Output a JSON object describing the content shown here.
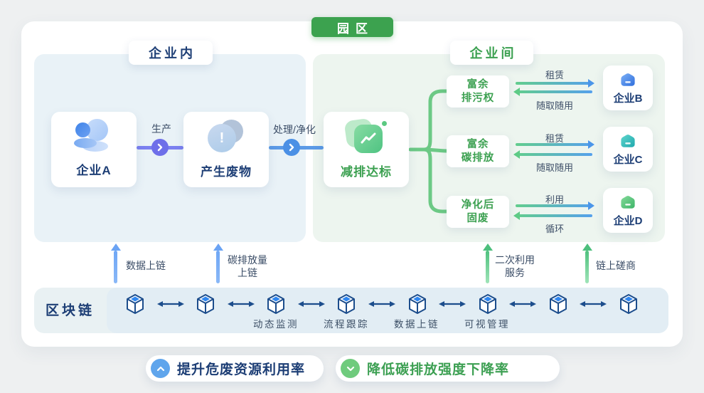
{
  "park_badge": "园区",
  "sections": {
    "intra_label": "企业内",
    "inter_label": "企业间"
  },
  "flow": {
    "enterprise_a": "企业A",
    "produce": "生产",
    "waste": "产生废物",
    "treat": "处理/净化",
    "reduce": "减排达标"
  },
  "branches": [
    {
      "line1": "富余",
      "line2": "排污权",
      "forward": "租赁",
      "backward": "随取随用",
      "target": "企业B"
    },
    {
      "line1": "富余",
      "line2": "碳排放",
      "forward": "租赁",
      "backward": "随取随用",
      "target": "企业C"
    },
    {
      "line1": "净化后",
      "line2": "固废",
      "forward": "利用",
      "backward": "循环",
      "target": "企业D"
    }
  ],
  "uplinks": [
    {
      "line1": "数据上链",
      "line2": ""
    },
    {
      "line1": "碳排放量",
      "line2": "上链"
    },
    {
      "line1": "二次利用",
      "line2": "服务"
    },
    {
      "line1": "链上磋商",
      "line2": ""
    }
  ],
  "blockchain": {
    "title": "区块链",
    "node_labels": [
      "动态监测",
      "流程跟踪",
      "数据上链",
      "可视管理"
    ]
  },
  "footer": {
    "left_text": "提升危废资源利用率",
    "right_text": "降低碳排放强度下降率"
  },
  "colors": {
    "park_green": "#3ca24f",
    "navy_text": "#1d3e75",
    "green_text": "#3ba050",
    "panel_blue": "#e9f2f7",
    "panel_green": "#edf5ef",
    "arrow_purple": "#7b80f0",
    "arrow_blue": "#5b9ae6",
    "uplink_blue": "#6fa7f5",
    "uplink_green": "#4fc17e",
    "pair_gradient_green": "#62cd8d",
    "pair_gradient_blue": "#55a0ec",
    "cube_navy": "#1c4d8c",
    "badge_circle_blue": "#5fa5ec",
    "badge_circle_green": "#6fcb7d"
  }
}
